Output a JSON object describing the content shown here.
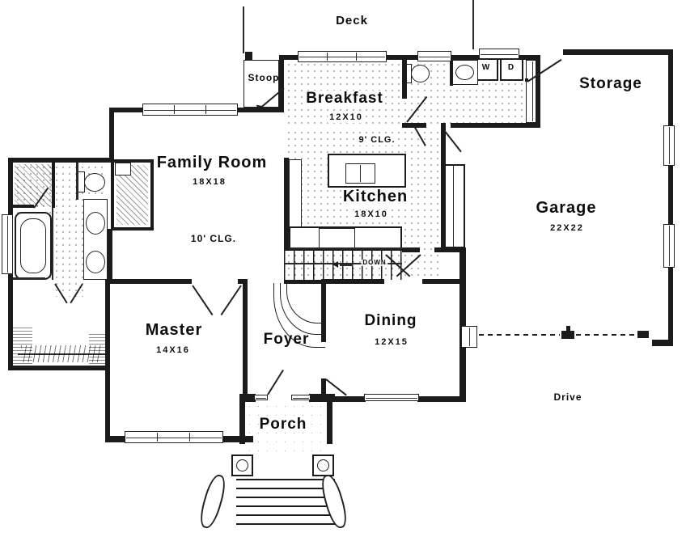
{
  "colors": {
    "ink": "#1b1b1b",
    "paper": "#ffffff"
  },
  "plan": {
    "deck": {
      "label": "Deck"
    },
    "stoop": {
      "label": "Stoop"
    },
    "breakfast": {
      "label": "Breakfast",
      "dims": "12X10"
    },
    "storage": {
      "label": "Storage"
    },
    "laundry": {
      "washer": "W",
      "dryer": "D"
    },
    "family_room": {
      "label": "Family Room",
      "dims": "18X18",
      "ceiling": "10' CLG."
    },
    "kitchen": {
      "label": "Kitchen",
      "dims": "18X10",
      "ceiling": "9' CLG."
    },
    "garage": {
      "label": "Garage",
      "dims": "22X22"
    },
    "master": {
      "label": "Master",
      "dims": "14X16"
    },
    "foyer": {
      "label": "Foyer"
    },
    "dining": {
      "label": "Dining",
      "dims": "12X15"
    },
    "porch": {
      "label": "Porch"
    },
    "drive": {
      "label": "Drive"
    },
    "stairs": {
      "label": "DOWN"
    }
  }
}
